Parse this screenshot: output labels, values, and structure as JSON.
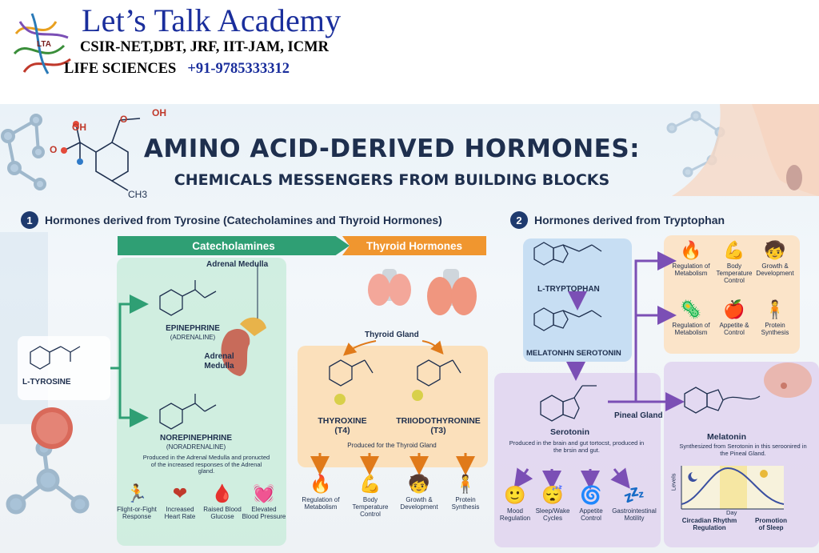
{
  "banner": {
    "title": "Let’s Talk Academy",
    "exams": "CSIR-NET,DBT, JRF, IIT-JAM, ICMR",
    "subject": "LIFE SCIENCES",
    "phone": "+91-9785333312",
    "logo_text": "LTA"
  },
  "infographic": {
    "title": "AMINO ACID-DERIVED HORMONES:",
    "subtitle": "CHEMICALS MESSENGERS FROM BUILDING BLOCKS",
    "section1": {
      "number": "1",
      "heading": "Hormones derived from Tyrosine (Catecholamines and Thyroid Hormones)",
      "tab_catecholamines": "Catecholamines",
      "tab_thyroid": "Thyroid Hormones",
      "tyrosine": "L-TYROSINE",
      "adrenal_medulla_top": "Adrenal Medulla",
      "adrenal_medulla_organ": "Adrenal\nMedulla",
      "epinephrine": "EPINEPHRINE",
      "epinephrine_alt": "(ADRENALINE)",
      "norepinephrine": "NOREPINEPHRINE",
      "norepinephrine_alt": "(NORADRENALINE)",
      "norepi_note": "Produced in the Adrenal Medulla and pronucted of the increased responses of the Adrenal gland.",
      "catecholamine_effects": [
        {
          "icon": "running-person-icon",
          "glyph": "🏃",
          "label": "Flight-or-Fight\nResponse"
        },
        {
          "icon": "heart-icon",
          "glyph": "❤",
          "label": "Increased\nHeart Rate"
        },
        {
          "icon": "glucose-meter-icon",
          "glyph": "🩸",
          "label": "Raised Blood\nGlucose"
        },
        {
          "icon": "pulse-heart-icon",
          "glyph": "💓",
          "label": "Elevated\nBlood Pressure"
        }
      ],
      "thyroid_gland": "Thyroid Gland",
      "thyroxine": "THYROXINE",
      "thyroxine_abbr": "(T4)",
      "triiodothyronine": "TRIIODOTHYRONINE",
      "triiodothyronine_abbr": "(T3)",
      "thyroid_note": "Produced for the Thyroid Gland",
      "thyroid_effects": [
        {
          "icon": "flame-icon",
          "glyph": "🔥",
          "label": "Regulation of\nMetabolism"
        },
        {
          "icon": "muscle-icon",
          "glyph": "💪",
          "label": "Body\nTemperature\nControl"
        },
        {
          "icon": "child-icon",
          "glyph": "🧒",
          "label": "Growth &\nDevelopment"
        },
        {
          "icon": "person-icon",
          "glyph": "🧍",
          "label": "Protein\nSynthesis"
        }
      ]
    },
    "section2": {
      "number": "2",
      "heading": "Hormones derived from Tryptophan",
      "l_tryptophan": "L-TRYPTOPHAN",
      "melatonin_serotonin": "MELATONHN SEROTONIN",
      "serotonin": "Serotonin",
      "serotonin_note": "Produced in the brain and gut tortocst, produced in the brsin and gut.",
      "pineal_gland": "Pineal Gland",
      "melatonin": "Melatonin",
      "melatonin_note": "Synthesized from Serotonin in this seroonired in the Pineal Gland.",
      "chart_ylabel": "Levels",
      "chart_xlabel": "Day",
      "melatonin_effects": [
        "Circadian Rhythm\nRegulation",
        "Promotion\nof Sleep"
      ],
      "serotonin_effects": [
        {
          "icon": "smile-icon",
          "glyph": "🙂",
          "label": "Mood\nRegulation"
        },
        {
          "icon": "sleep-wake-icon",
          "glyph": "😴",
          "label": "Sleep/Wake\nCycles"
        },
        {
          "icon": "intestine-icon",
          "glyph": "🌀",
          "label": "Appetite\nControl"
        },
        {
          "icon": "zzz-icon",
          "glyph": "💤",
          "label": "Gastrointestinal\nMotility"
        }
      ],
      "tryptophan_effects": [
        {
          "icon": "flame-icon",
          "glyph": "🔥",
          "label": "Regulation of\nMetabolism"
        },
        {
          "icon": "muscle-icon",
          "glyph": "💪",
          "label": "Body\nTemperature\nControl"
        },
        {
          "icon": "child-icon",
          "glyph": "🧒",
          "label": "Growth &\nDevelopment"
        },
        {
          "icon": "cell-icon",
          "glyph": "🦠",
          "label": "Regulation of\nMetabolism"
        },
        {
          "icon": "apple-icon",
          "glyph": "🍎",
          "label": "Appetite &\nControl"
        },
        {
          "icon": "person-icon",
          "glyph": "🧍",
          "label": "Protein\nSynthesis"
        }
      ]
    },
    "top_molecule_labels": [
      "OH",
      "OH",
      "O",
      "O",
      "CH3"
    ],
    "colors": {
      "catecholamine_green": "#2f9f74",
      "thyroid_orange": "#f0962f",
      "tryptophan_purple": "#7b4fb5",
      "navy": "#1e2f4e"
    }
  }
}
